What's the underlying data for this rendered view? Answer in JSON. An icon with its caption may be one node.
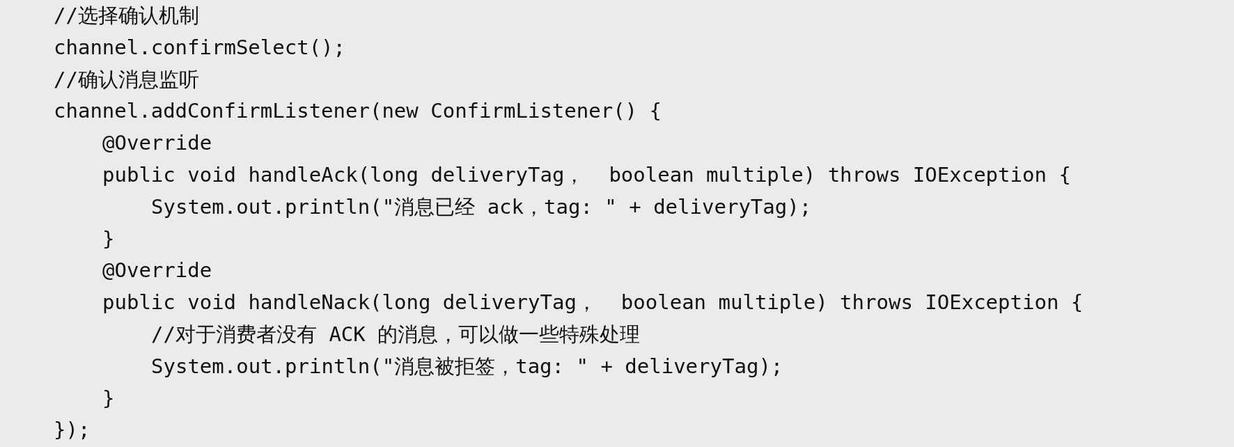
{
  "diagram": {
    "labels": [
      "//选择确认机制",
      "channel.confirmSelect();",
      "//确认消息监听",
      "channel.addConfirmListener(new ConfirmListener() {",
      "@Override",
      "public void handleAck(long deliveryTag，  boolean multiple) throws IOException {",
      "System.out.println(\"消息已经 ack，tag: \" + deliveryTag);",
      "}",
      "@Override",
      "public void handleNack(long deliveryTag，  boolean multiple) throws IOException {",
      "//对于消费者没有 ACK 的消息，可以做一些特殊处理",
      "System.out.println(\"消息被拒签，tag: \" + deliveryTag);",
      "}",
      "});"
    ]
  }
}
